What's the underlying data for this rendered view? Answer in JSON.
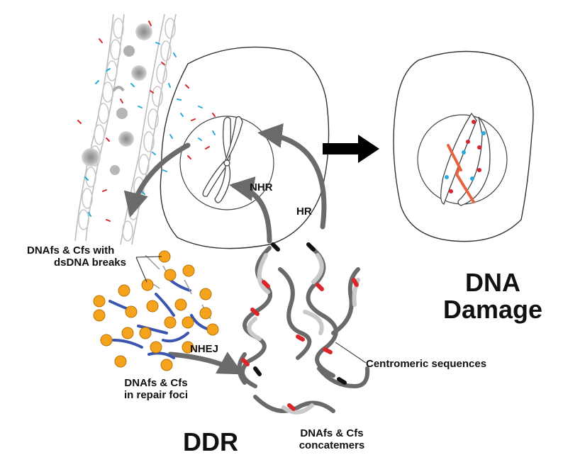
{
  "labels": {
    "nhr": "NHR",
    "hr": "HR",
    "nhej": "NHEJ",
    "breaks_line1": "DNAfs & Cfs with",
    "breaks_line2": "dsDNA breaks",
    "foci_line1": "DNAfs & Cfs",
    "foci_line2": "in repair foci",
    "concat_line1": "DNAfs & Cfs",
    "concat_line2": "concatemers",
    "centromeric": "Centromeric sequences",
    "ddr": "DDR",
    "damage_line1": "DNA",
    "damage_line2": "Damage"
  },
  "colors": {
    "orange_foci": "#f5a21c",
    "blue_dna": "#3a55b0",
    "red_marker": "#d9262b",
    "salmon_chromosome": "#e8633d",
    "cyan_fragment": "#2aa9dd"
  }
}
